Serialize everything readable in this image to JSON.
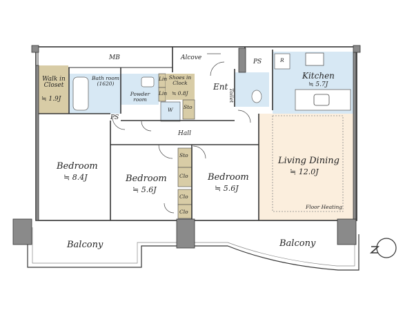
{
  "rooms": {
    "mb": "MB",
    "alcove": "Alcove",
    "ps_top": "PS",
    "ps_small": "PS",
    "walk_in_closet": "Walk in Closet",
    "walk_in_closet_size": "≒ 1.9J",
    "bathroom": "Bath room (1620)",
    "powder_room": "Powder room",
    "shoes_in_clock": "Shoes in Clock",
    "shoes_size": "≒ 0.8J",
    "ent": "Ent",
    "toilet": "Toilet",
    "kitchen": "Kitchen",
    "kitchen_size": "≒ 5.7J",
    "refrigerator": "R",
    "washer": "W",
    "sto_1": "Sto",
    "sto_2": "Sto",
    "hall": "Hall",
    "bedroom_1": "Bedroom",
    "bedroom_1_size": "≒ 8.4J",
    "bedroom_2": "Bedroom",
    "bedroom_2_size": "≒ 5.6J",
    "bedroom_3": "Bedroom",
    "bedroom_3_size": "≒ 5.6J",
    "clo_1": "Clo",
    "clo_2": "Clo",
    "clo_3": "Clo",
    "living_dining": "Living Dining",
    "living_dining_size": "≒ 12.0J",
    "floor_heating": "Floor Heating",
    "lin_1": "Lin",
    "lin_2": "Lin",
    "balcony_left": "Balcony",
    "balcony_right": "Balcony"
  },
  "compass": "N",
  "colors": {
    "wall": "#8a8a8a",
    "wet_area": "#d7e8f4",
    "closet": "#d8cca6",
    "living": "#fbeedd",
    "outline": "#333333"
  }
}
